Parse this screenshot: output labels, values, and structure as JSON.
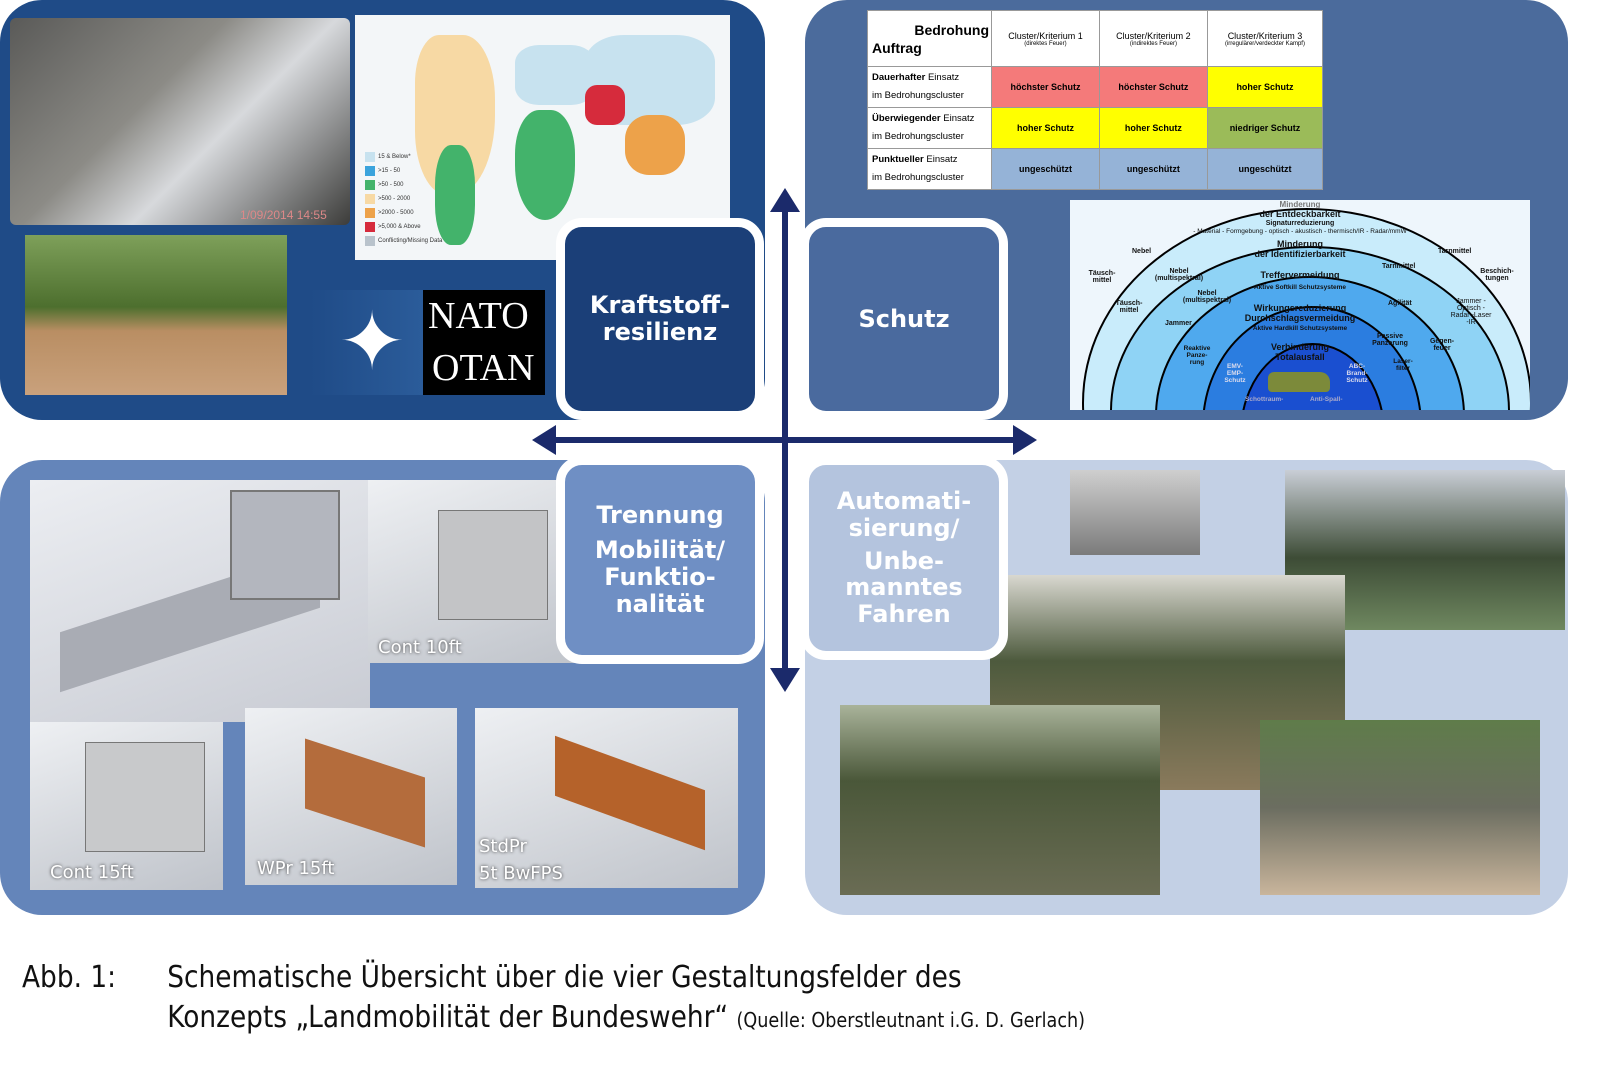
{
  "colors": {
    "panel_tl": "#1f4b87",
    "panel_tr": "#4b6b9c",
    "panel_bl": "#6485ba",
    "panel_br": "#c3d0e5",
    "arrow": "#1b2a6b"
  },
  "center_boxes": {
    "fuel": [
      "Kraftstoff-",
      "resilienz"
    ],
    "protection": [
      "Schutz"
    ],
    "separation": [
      "Trennung",
      "Mobilität/",
      "Funktio-",
      "nalität"
    ],
    "automation": [
      "Automati-",
      "sierung/",
      "Unbe-",
      "manntes",
      "Fahren"
    ]
  },
  "top_left": {
    "photo_timestamp": "1/09/2014 14:55",
    "map_legend": [
      "15 & Below*",
      ">15 - 50",
      ">50 - 500",
      ">500 - 2000",
      ">2000 - 5000",
      ">5,000 & Above",
      "Conflicting/Missing Data"
    ],
    "map_legend_colors": [
      "#c7e2ef",
      "#3aa3dc",
      "#43b36b",
      "#f7d9a4",
      "#eda24a",
      "#d62b3c",
      "#b9c3cc"
    ],
    "nato_logo": [
      "NATO",
      "OTAN"
    ]
  },
  "threat_table": {
    "corner_top": "Bedrohung",
    "corner_bottom": "Auftrag",
    "columns": [
      {
        "title": "Cluster/Kriterium 1",
        "sub": "(direktes Feuer)"
      },
      {
        "title": "Cluster/Kriterium 2",
        "sub": "(indirektes Feuer)"
      },
      {
        "title": "Cluster/Kriterium 3",
        "sub": "(irregulärer/verdeckter Kampf)"
      }
    ],
    "rows": [
      {
        "bold": "Dauerhafter",
        "rest": " Einsatz",
        "line2": "im Bedrohungscluster",
        "cells": [
          "höchster Schutz",
          "höchster Schutz",
          "hoher Schutz"
        ],
        "colors": [
          "#f47a7a",
          "#f47a7a",
          "#ffff00"
        ]
      },
      {
        "bold": "Überwiegender",
        "rest": " Einsatz",
        "line2": "im Bedrohungscluster",
        "cells": [
          "hoher Schutz",
          "hoher Schutz",
          "niedriger Schutz"
        ],
        "colors": [
          "#ffff00",
          "#ffff00",
          "#9bbb59"
        ]
      },
      {
        "bold": "Punktueller",
        "rest": " Einsatz",
        "line2": "im Bedrohungscluster",
        "cells": [
          "ungeschützt",
          "ungeschützt",
          "ungeschützt"
        ],
        "colors": [
          "#95b3d7",
          "#95b3d7",
          "#95b3d7"
        ]
      }
    ]
  },
  "onion": {
    "l1": "Minderung",
    "l1b": "der Entdeckbarkeit",
    "sig": "Signaturreduzierung",
    "sig_items": "- Material   - Formgebung   - optisch   - akustisch   - thermisch/IR   - Radar/mmW",
    "l2": "Minderung",
    "l2b": "der Identifizierbarkeit",
    "l3": "Treffervermeidung",
    "l3b": "Aktive Softkill Schutzsysteme",
    "l4": "Wirkungsreduzierung",
    "l4b": "Durchschlagsvermeidung",
    "l4c": "Aktive Hardkill Schutzsysteme",
    "l5": "Verhinderung",
    "l5b": "Totalausfall",
    "side": [
      "Nebel",
      "Tarnmittel",
      "Täusch-mittel",
      "Beschich-tungen",
      "Nebel (multispektral)",
      "Tarnmittel",
      "Täusch-mittel",
      "Nebel (multispektral)",
      "Agilität",
      "Jammer -Optisch -Radar -Laser -IR",
      "Jammer",
      "Passive Panzerung",
      "Gegen-feuer",
      "Reaktive Panze-rung",
      "Laser-filter",
      "EMV-EMP-Schutz",
      "ABC-Brand-Schutz",
      "Schottraum-",
      "Anti-Spall-"
    ]
  },
  "bottom_left": {
    "labels": [
      "Cont 10ft",
      "Cont 15ft",
      "WPr 15ft",
      "StdPr",
      "5t BwFPS"
    ]
  },
  "caption": {
    "label": "Abb. 1:",
    "line1": "Schematische Übersicht über die vier Gestaltungsfelder des",
    "line2": "Konzepts „Landmobilität der Bundeswehr“",
    "source": "(Quelle: Oberstleutnant i.G. D. Gerlach)"
  }
}
